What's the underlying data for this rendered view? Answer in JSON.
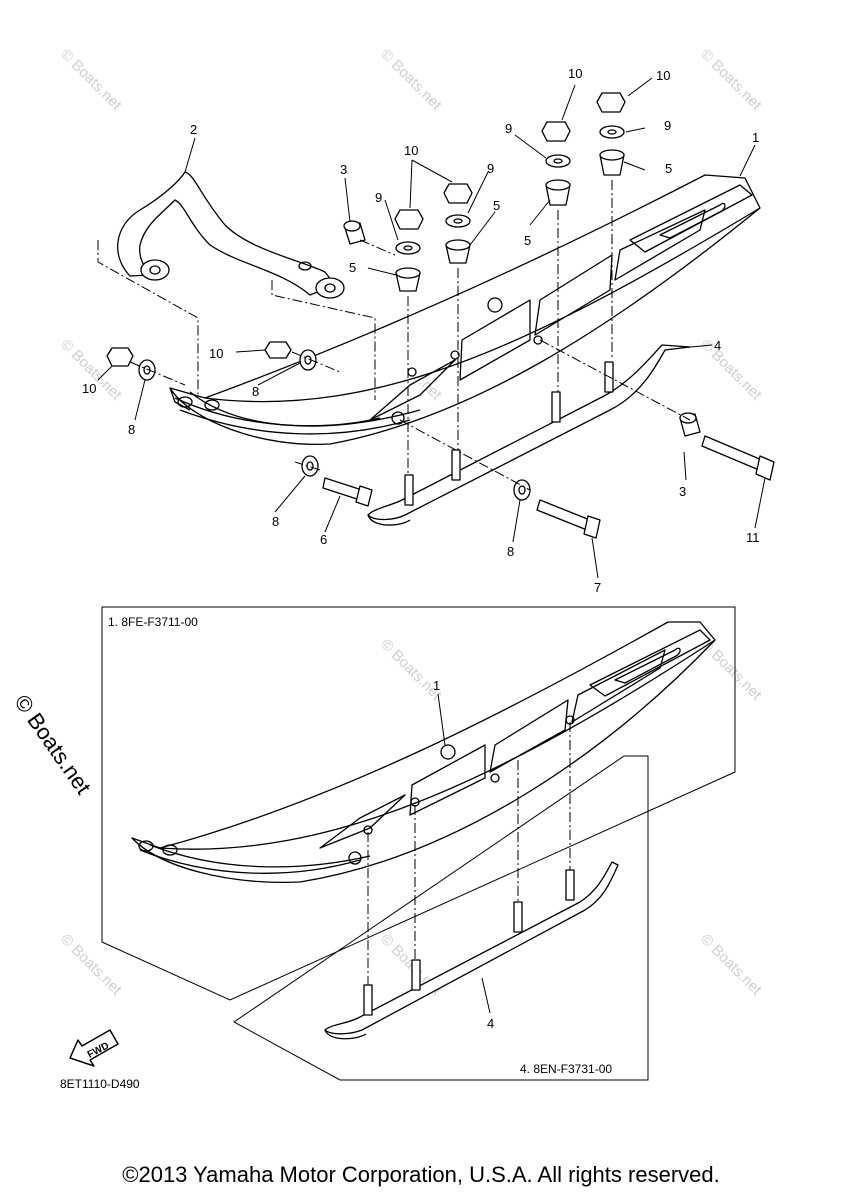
{
  "callouts": {
    "c1": "1",
    "c2": "2",
    "c3": "3",
    "c4": "4",
    "c5": "5",
    "c6": "6",
    "c7": "7",
    "c8": "8",
    "c9": "9",
    "c10": "10",
    "c11": "11"
  },
  "inset_boxes": {
    "ski_part_label": "1. 8FE-F3711-00",
    "runner_part_label": "4. 8EN-F3731-00"
  },
  "fwd_label": "FWD",
  "reference_code": "8ET1110-D490",
  "watermark": "© Boats.net",
  "copyright": "©2013 Yamaha Motor Corporation, U.S.A. All rights reserved."
}
